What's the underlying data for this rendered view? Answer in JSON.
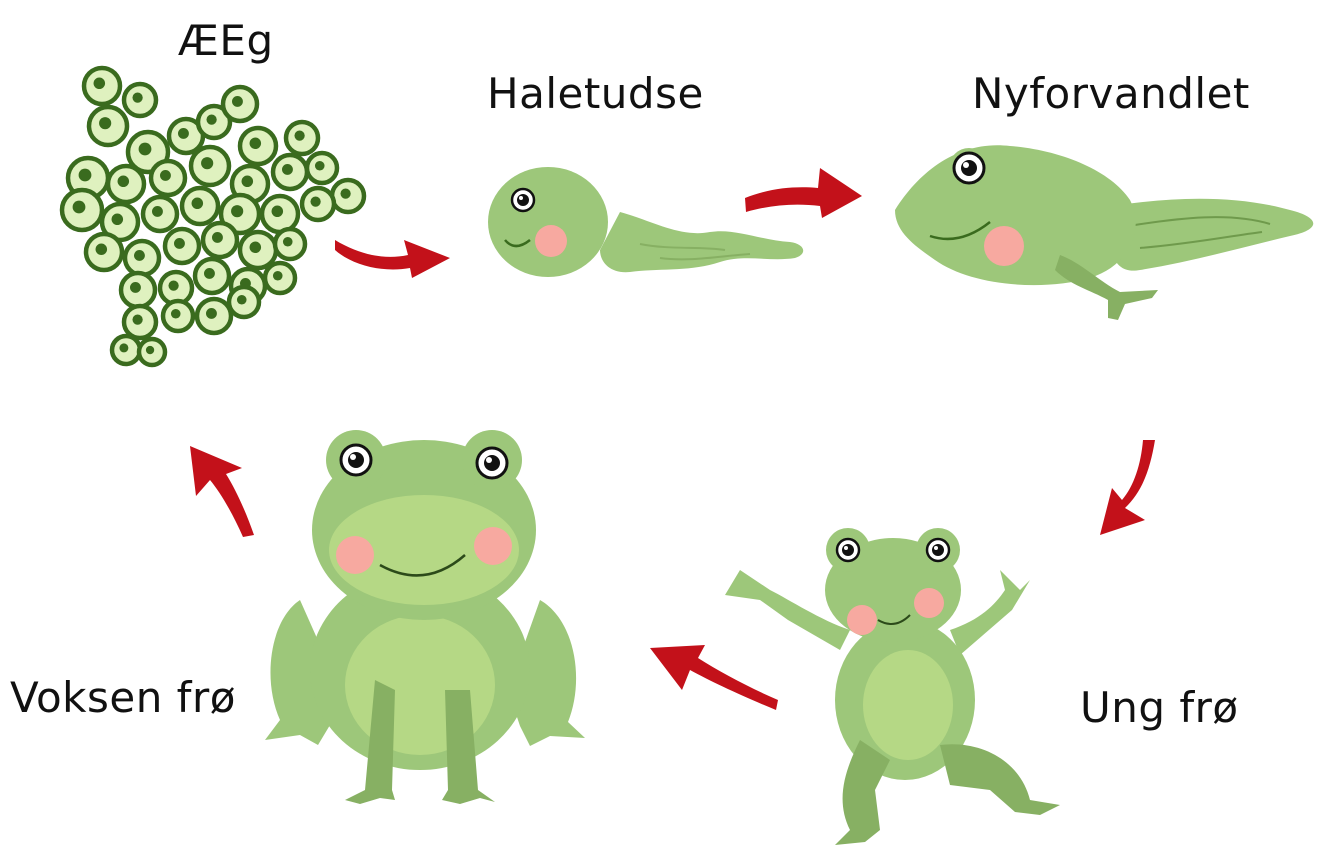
{
  "stages": [
    {
      "id": "egg",
      "label": "ÆEg"
    },
    {
      "id": "tadpole",
      "label": "Haletudse"
    },
    {
      "id": "froglet",
      "label": "Nyforvandlet"
    },
    {
      "id": "young",
      "label": "Ung frø"
    },
    {
      "id": "adult",
      "label": "Voksen frø"
    }
  ],
  "colors": {
    "egg_fill": "#dff1bf",
    "egg_stroke": "#3a6b1e",
    "egg_nucleus": "#3a6b1e",
    "body": "#9dc77a",
    "belly": "#b5d885",
    "limb_dark": "#87b063",
    "cheek": "#f7a9a0",
    "arrow": "#c3111a",
    "text": "#111111"
  }
}
